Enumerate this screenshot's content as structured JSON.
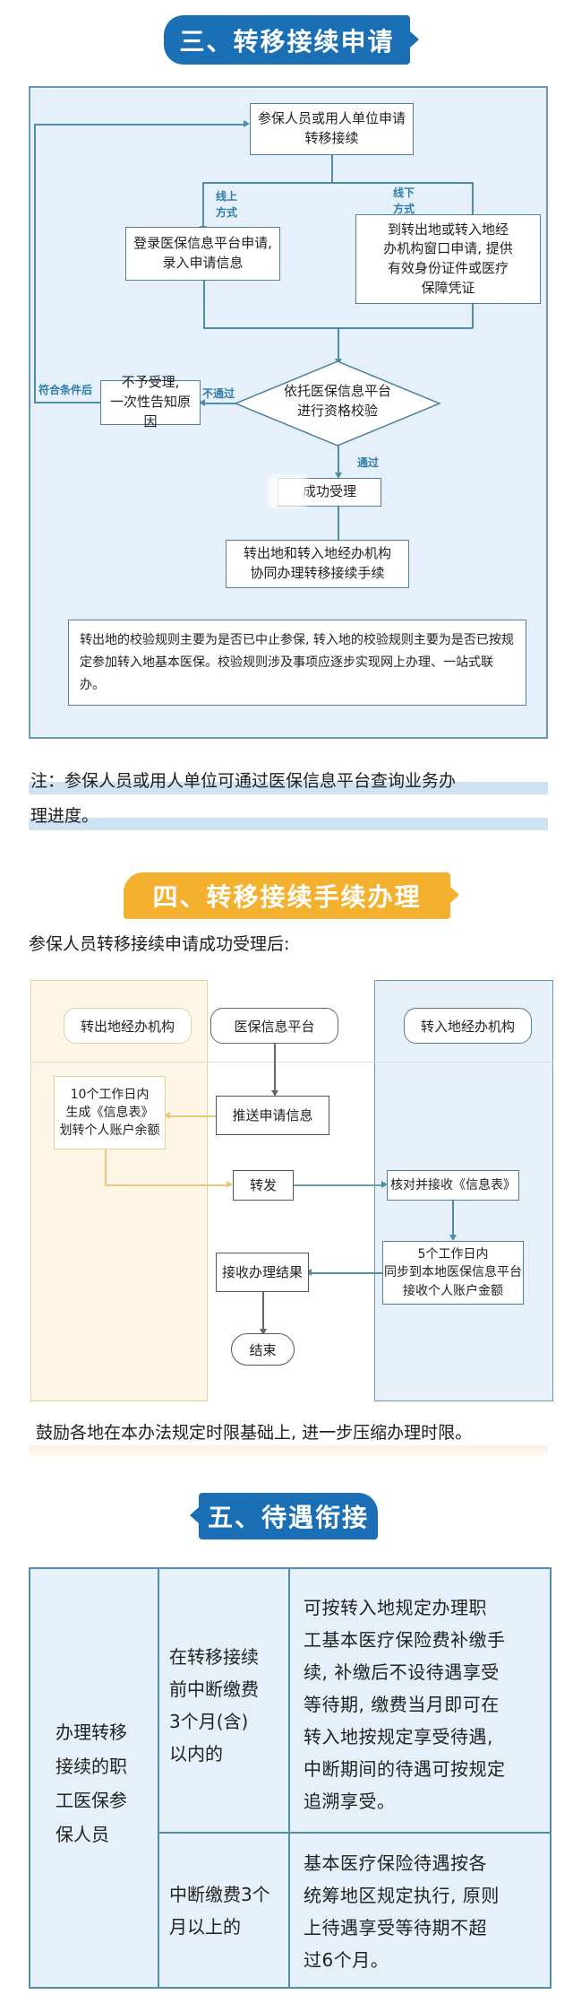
{
  "section3": {
    "title": "三、转移接续申请",
    "color": "#1a6fb5",
    "flowchart": {
      "start": "参保人员或用人单位申请\n转移接续",
      "online_label": "线上\n方式",
      "offline_label": "线下\n方式",
      "online_box": "登录医保信息平台申请,\n录入申请信息",
      "offline_box": "到转出地或转入地经\n办机构窗口申请, 提供\n有效身份证件或医疗\n保障凭证",
      "decision": "依托医保信息平台\n进行资格校验",
      "fail_label": "不通过",
      "reject_box": "不予受理,\n一次性告知原因",
      "retry_label": "符合条件后",
      "pass_label": "通过",
      "accepted_box": "成功受理",
      "process_box": "转出地和转入地经办机构\n协同办理转移接续手续",
      "rule_note": "转出地的校验规则主要为是否已中止参保, 转入地的校验规则主要为是否已按规定参加转入地基本医保。校验规则涉及事项应逐步实现网上办理、一站式联办。"
    },
    "footnote_line1": "注：参保人员或用人单位可通过医保信息平台查询业务办",
    "footnote_line2": "理进度。"
  },
  "section4": {
    "title": "四、转移接续手续办理",
    "color": "#f4b12f",
    "intro": "参保人员转移接续申请成功受理后:",
    "lanes": {
      "left": "转出地经办机构",
      "center": "医保信息平台",
      "right": "转入地经办机构"
    },
    "steps": {
      "push": "推送申请信息",
      "out_process": "10个工作日内\n生成《信息表》\n划转个人账户余额",
      "forward": "转发",
      "verify": "核对并接收《信息表》",
      "sync": "5个工作日内\n同步到本地医保信息平台\n接收个人账户金额",
      "receive_result": "接收办理结果",
      "end": "结束"
    },
    "encourage": "鼓励各地在本办法规定时限基础上, 进一步压缩办理时限。"
  },
  "section5": {
    "title": "五、待遇衔接",
    "color": "#1a6fb5",
    "table": {
      "subject": "办理转移\n接续的职\n工医保参\n保人员",
      "rows": [
        {
          "condition": "在转移接续\n前中断缴费\n3个月(含)\n以内的",
          "policy": "可按转入地规定办理职\n工基本医疗保险费补缴手\n续, 补缴后不设待遇享受\n等待期, 缴费当月即可在\n转入地按规定享受待遇,\n中断期间的待遇可按规定\n追溯享受。"
        },
        {
          "condition": "中断缴费3个\n月以上的",
          "policy": "基本医疗保险待遇按各\n统筹地区规定执行, 原则\n上待遇享受等待期不超\n过6个月。"
        }
      ]
    }
  }
}
